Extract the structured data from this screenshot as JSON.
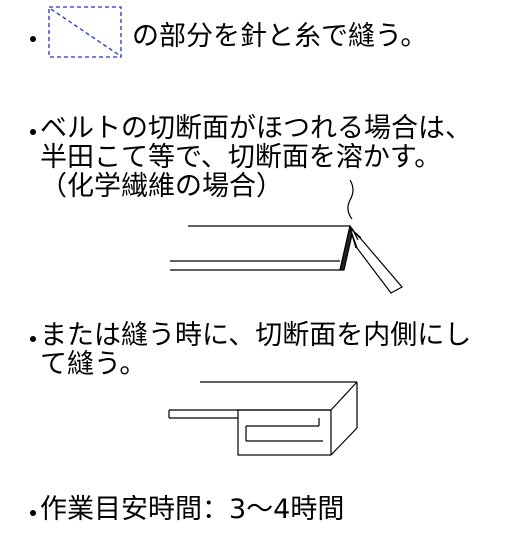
{
  "lines": {
    "l1": "の部分を針と糸で縫う。",
    "l2": "ベルトの切断面がほつれる場合は、",
    "l3": "半田こて等で、切断面を溶かす。",
    "l4": "（化学繊維の場合）",
    "l5": "または縫う時に、切断面を内側にし",
    "l6": "て縫う。",
    "l7": "作業目安時間：3～4時間"
  },
  "colors": {
    "seam_marker": "#2233cc",
    "text": "#000000"
  }
}
